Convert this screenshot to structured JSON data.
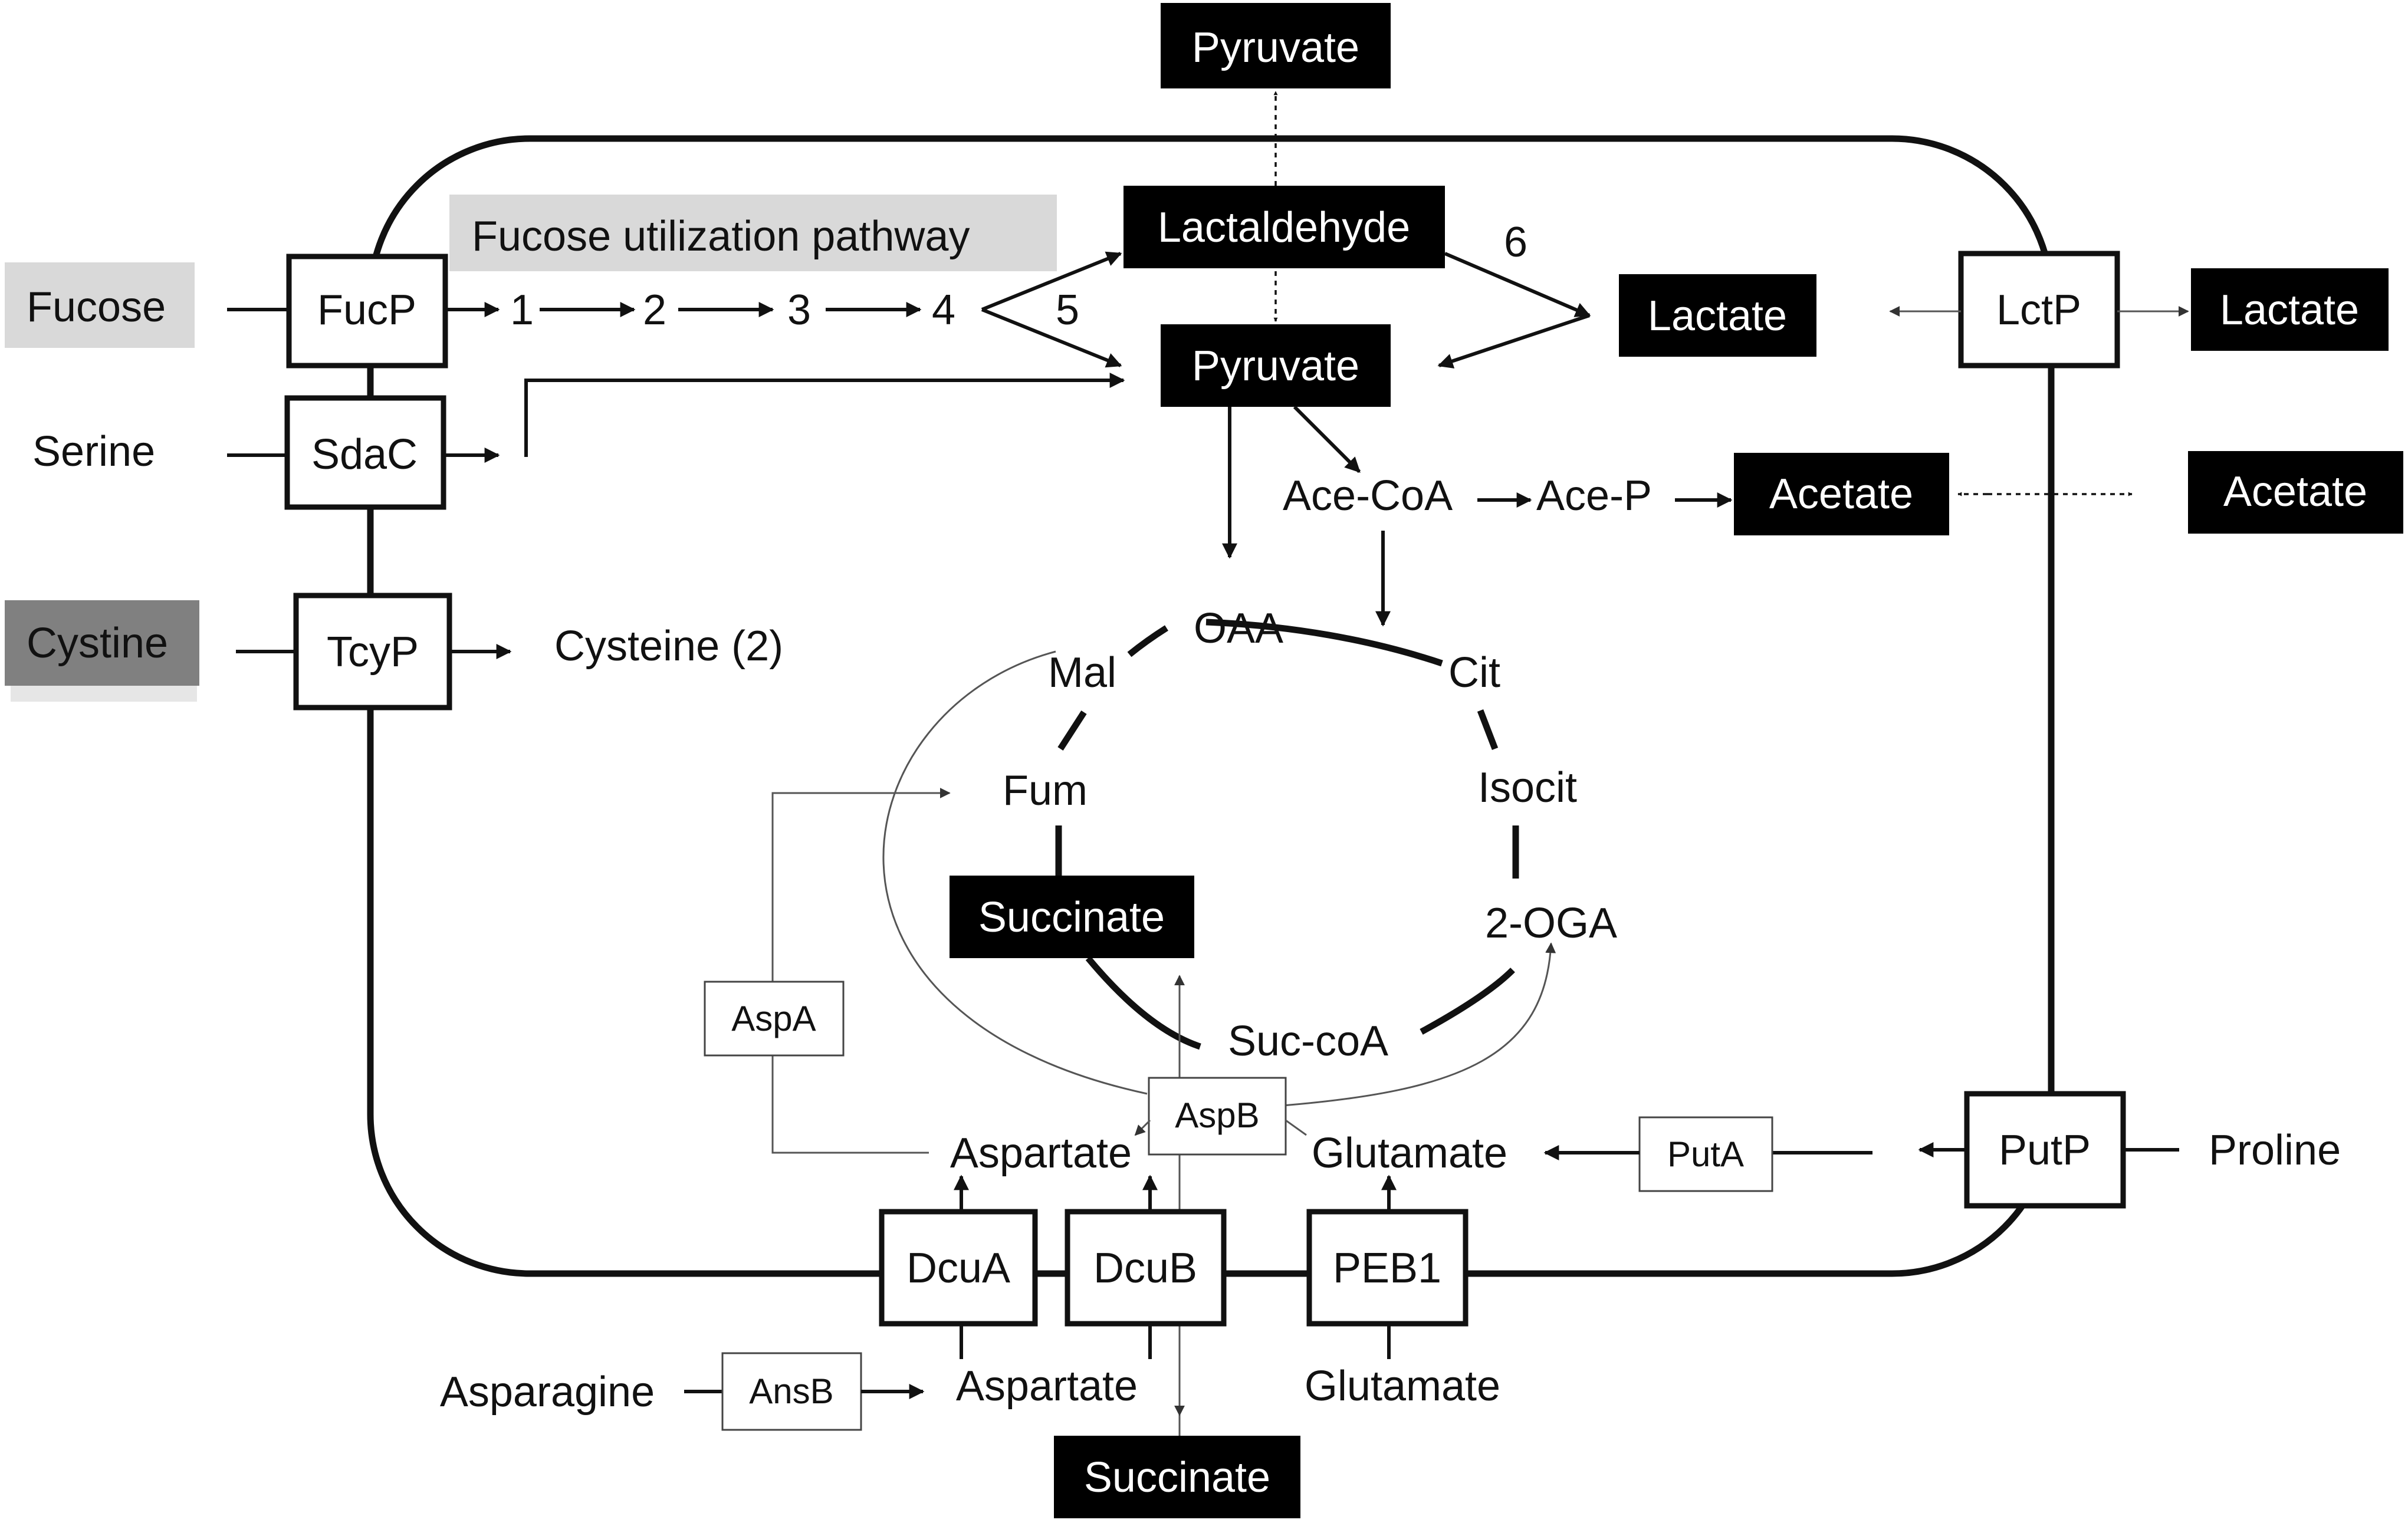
{
  "pathway": {
    "fucose_pathway_label": "Fucose utilization pathway",
    "steps": [
      "1",
      "2",
      "3",
      "4",
      "5",
      "6"
    ]
  },
  "external": {
    "fucose": "Fucose",
    "serine": "Serine",
    "cystine": "Cystine",
    "lactate": "Lactate",
    "acetate": "Acetate",
    "proline": "Proline",
    "asparagine": "Asparagine",
    "aspartate": "Aspartate",
    "glutamate": "Glutamate",
    "pyruvate": "Pyruvate",
    "succinate": "Succinate"
  },
  "transporters": {
    "fucp": "FucP",
    "sdac": "SdaC",
    "tcyp": "TcyP",
    "lctp": "LctP",
    "putp": "PutP",
    "dcua": "DcuA",
    "dcub": "DcuB",
    "peb1": "PEB1"
  },
  "enzymes": {
    "aspa": "AspA",
    "aspb": "AspB",
    "puta": "PutA",
    "ansb": "AnsB"
  },
  "internal": {
    "lactaldehyde": "Lactaldehyde",
    "pyruvate": "Pyruvate",
    "lactate": "Lactate",
    "acecoa": "Ace-CoA",
    "acep": "Ace-P",
    "acetate": "Acetate",
    "cysteine": "Cysteine (2)",
    "aspartate": "Aspartate",
    "glutamate": "Glutamate"
  },
  "tca": {
    "oaa": "OAA",
    "mal": "Mal",
    "cit": "Cit",
    "fum": "Fum",
    "isocit": "Isocit",
    "succinate": "Succinate",
    "oga": "2-OGA",
    "succoa": "Suc-coA"
  },
  "colors": {
    "highlight_light": "#d9d9d9",
    "highlight_dark": "#808080",
    "metabolite_box": "#000000"
  }
}
